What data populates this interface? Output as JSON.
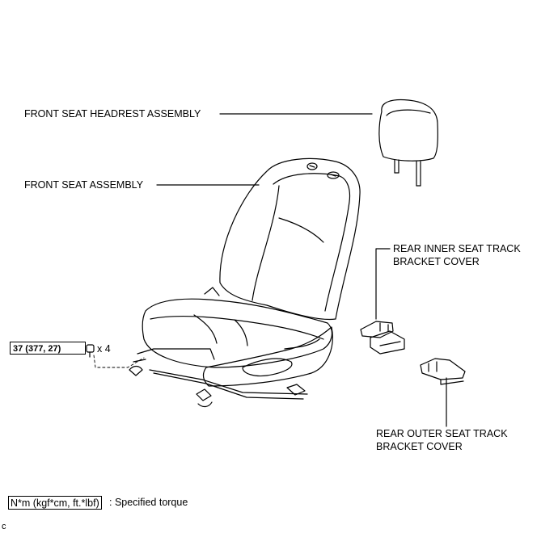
{
  "labels": {
    "headrest": "FRONT SEAT HEADREST ASSEMBLY",
    "seat": "FRONT SEAT ASSEMBLY",
    "inner_cover_line1": "REAR INNER SEAT TRACK",
    "inner_cover_line2": "BRACKET COVER",
    "outer_cover_line1": "REAR OUTER SEAT TRACK",
    "outer_cover_line2": "BRACKET COVER"
  },
  "torque": {
    "value": "37 (377, 27)",
    "quantity": "x 4"
  },
  "legend": {
    "unit": "N*m (kgf*cm, ft.*lbf)",
    "description": ": Specified torque"
  },
  "figure_code": "c"
}
